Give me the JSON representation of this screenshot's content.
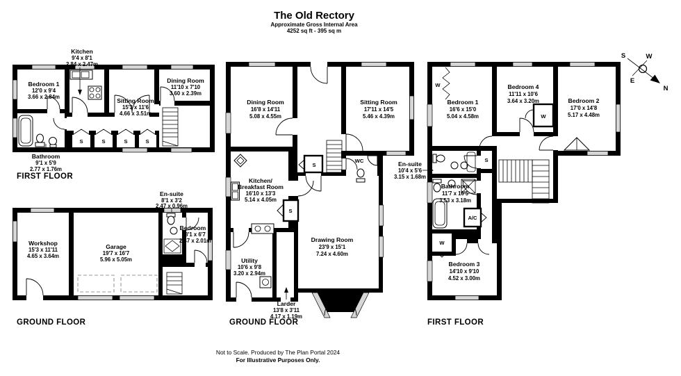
{
  "header": {
    "title": "The Old Rectory",
    "subtitle": "Approximate Gross Internal Area",
    "area": "4252 sq ft - 395 sq m"
  },
  "compass": {
    "n": "N",
    "s": "S",
    "e": "E",
    "w": "W"
  },
  "labels": {
    "s": "S",
    "w": "W",
    "ac": "A/C",
    "wc": "WC"
  },
  "floors": {
    "annex_first": "FIRST FLOOR",
    "annex_ground": "GROUND FLOOR",
    "main_ground": "GROUND FLOOR",
    "main_first": "FIRST FLOOR"
  },
  "annex_first": {
    "kitchen": {
      "name": "Kitchen",
      "imperial": "9'4 x 8'1",
      "metric": "2.84 x 2.47m"
    },
    "bedroom1": {
      "name": "Bedroom 1",
      "imperial": "12'0 x 9'4",
      "metric": "3.66 x 2.84m"
    },
    "sitting": {
      "name": "Sitting Room",
      "imperial": "15'3 x 11'6",
      "metric": "4.66 x 3.51m"
    },
    "dining": {
      "name": "Dining Room",
      "imperial": "11'10 x 7'10",
      "metric": "3.60 x 2.39m"
    },
    "bathroom": {
      "name": "Bathroom",
      "imperial": "9'1 x 5'9",
      "metric": "2.77 x 1.76m"
    }
  },
  "annex_ground": {
    "workshop": {
      "name": "Workshop",
      "imperial": "15'3 x 11'11",
      "metric": "4.65 x 3.64m"
    },
    "garage": {
      "name": "Garage",
      "imperial": "19'7 x 16'7",
      "metric": "5.96 x 5.05m"
    },
    "ensuite": {
      "name": "En-suite",
      "imperial": "8'1 x 3'2",
      "metric": "2.47 x 0.96m"
    },
    "bedroom2": {
      "name": "Bedroom 2",
      "imperial": "8'1 x 6'7",
      "metric": "2.47 x 2.01m"
    }
  },
  "main_ground": {
    "dining": {
      "name": "Dining Room",
      "imperial": "16'8 x 14'11",
      "metric": "5.08 x 4.55m"
    },
    "sitting": {
      "name": "Sitting Room",
      "imperial": "17'11 x 14'5",
      "metric": "5.46 x 4.39m"
    },
    "kitchen": {
      "name1": "Kitchen/",
      "name2": "Breakfast Room",
      "imperial": "16'10 x 13'3",
      "metric": "5.14 x 4.05m"
    },
    "drawing": {
      "name": "Drawing Room",
      "imperial": "23'9 x 15'1",
      "metric": "7.24 x 4.60m"
    },
    "utility": {
      "name": "Utility",
      "imperial": "10'6 x 9'8",
      "metric": "3.20 x 2.94m"
    },
    "larder": {
      "name": "Larder",
      "imperial": "13'8 x 3'11",
      "metric": "4.17 x 1.19m"
    }
  },
  "main_first": {
    "bedroom1": {
      "name": "Bedroom 1",
      "imperial": "16'6 x 15'0",
      "metric": "5.04 x 4.58m"
    },
    "bedroom4": {
      "name": "Bedroom 4",
      "imperial": "11'11 x 10'6",
      "metric": "3.64 x 3.20m"
    },
    "bedroom2": {
      "name": "Bedroom 2",
      "imperial": "17'0 x 14'8",
      "metric": "5.17 x 4.48m"
    },
    "ensuite": {
      "name": "En-suite",
      "imperial": "10'4 x 5'6",
      "metric": "3.15 x 1.68m"
    },
    "bathroom": {
      "name": "Bathroom",
      "imperial": "11'7 x 10'5",
      "metric": "3.53 x 3.18m"
    },
    "bedroom3": {
      "name": "Bedroom 3",
      "imperial": "14'10 x 9'10",
      "metric": "4.52 x 3.00m"
    }
  },
  "footer": {
    "line1": "Not to Scale. Produced by The Plan Portal 2024",
    "line2": "For Illustrative Purposes Only."
  }
}
